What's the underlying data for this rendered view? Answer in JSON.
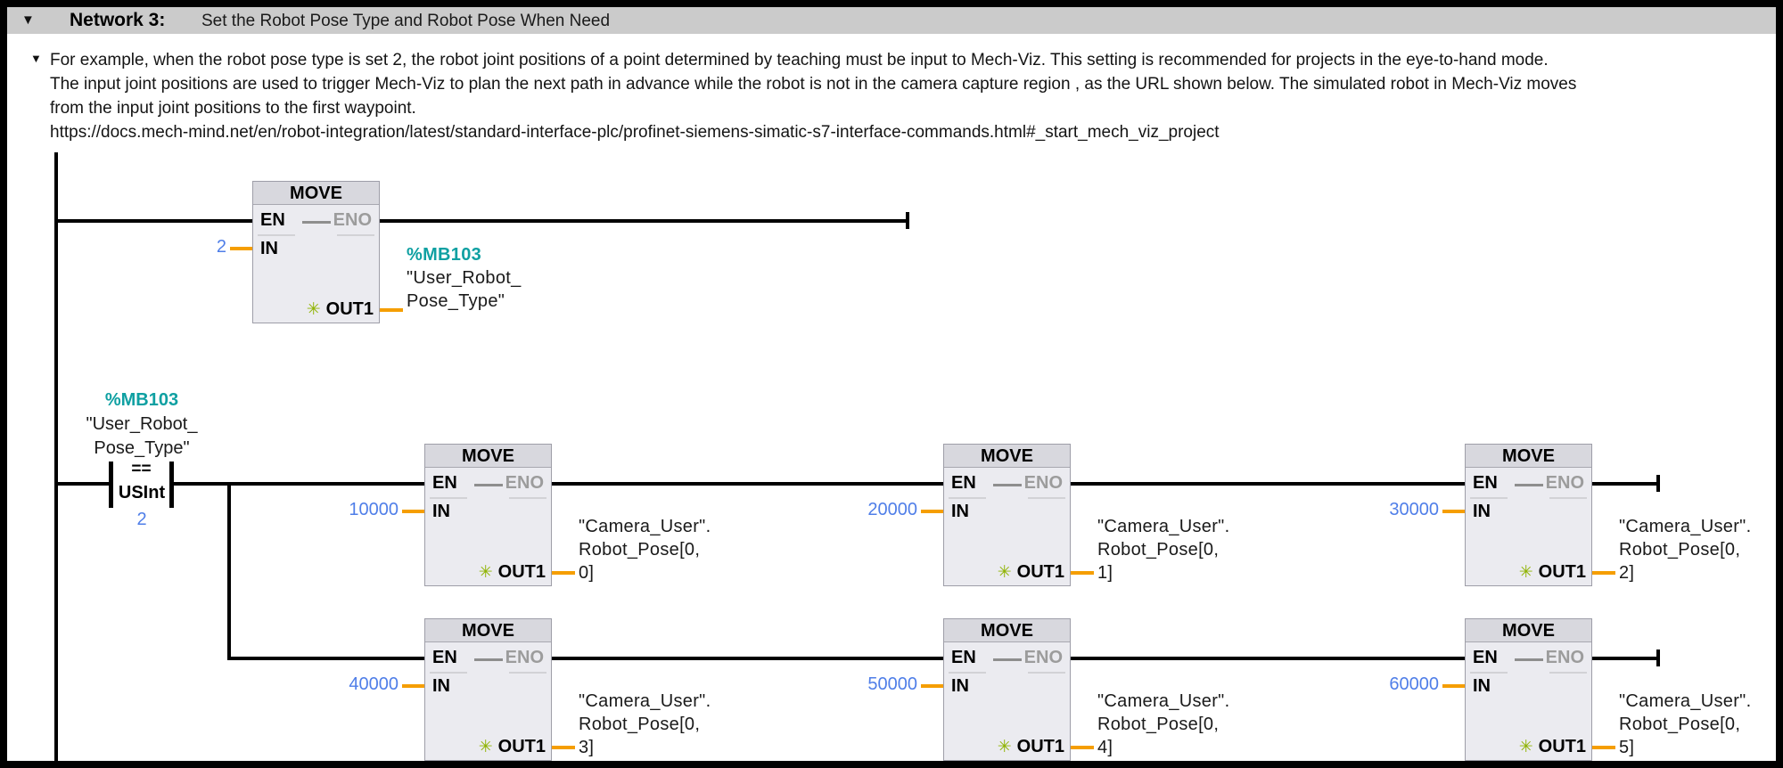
{
  "window": {
    "collapse_icon": "▼",
    "network_label": "Network 3:",
    "network_title": "Set the Robot Pose Type and Robot Pose When Need"
  },
  "comment": {
    "collapse_icon": "▼",
    "lines": [
      "For example, when the robot pose type is set 2, the robot joint positions of a point determined by teaching must be input to Mech-Viz. This setting is recommended for projects in the eye-to-hand mode.",
      "The input joint positions are used to trigger Mech-Viz to plan the next path in advance while the robot is not in the camera capture region , as the URL shown below. The simulated robot in Mech-Viz moves",
      "from the input joint positions to the first waypoint.",
      "https://docs.mech-mind.net/en/robot-integration/latest/standard-interface-plc/profinet-siemens-simatic-s7-interface-commands.html#_start_mech_viz_project"
    ]
  },
  "ladder": {
    "comparator": {
      "address": "%MB103",
      "tag_lines": [
        "\"User_Robot_",
        "Pose_Type\""
      ],
      "operator": "==",
      "data_type": "USInt",
      "value": "2"
    },
    "block_labels": {
      "title": "MOVE",
      "en": "EN",
      "eno": "ENO",
      "in": "IN",
      "out": "OUT1",
      "out_icon": "✳"
    },
    "blocks": [
      {
        "in_value": "2",
        "out_address": "%MB103",
        "out_lines": [
          "\"User_Robot_",
          "Pose_Type\""
        ]
      },
      {
        "in_value": "10000",
        "out_lines": [
          "\"Camera_User\".",
          "Robot_Pose[0,",
          "0]"
        ]
      },
      {
        "in_value": "20000",
        "out_lines": [
          "\"Camera_User\".",
          "Robot_Pose[0,",
          "1]"
        ]
      },
      {
        "in_value": "30000",
        "out_lines": [
          "\"Camera_User\".",
          "Robot_Pose[0,",
          "2]"
        ]
      },
      {
        "in_value": "40000",
        "out_lines": [
          "\"Camera_User\".",
          "Robot_Pose[0,",
          "3]"
        ]
      },
      {
        "in_value": "50000",
        "out_lines": [
          "\"Camera_User\".",
          "Robot_Pose[0,",
          "4]"
        ]
      },
      {
        "in_value": "60000",
        "out_lines": [
          "\"Camera_User\".",
          "Robot_Pose[0,",
          "5]"
        ]
      }
    ]
  },
  "colors": {
    "header_bar": "#cbcbcb",
    "block_body": "#ebebf0",
    "block_header": "#d8d8de",
    "wire_orange": "#f59e00",
    "constant_blue": "#4f7ee8",
    "address_teal": "#0fa0a2",
    "eno_gray": "#9c9c9c",
    "out_icon_green": "#8fb300",
    "rail_black": "#000000"
  }
}
